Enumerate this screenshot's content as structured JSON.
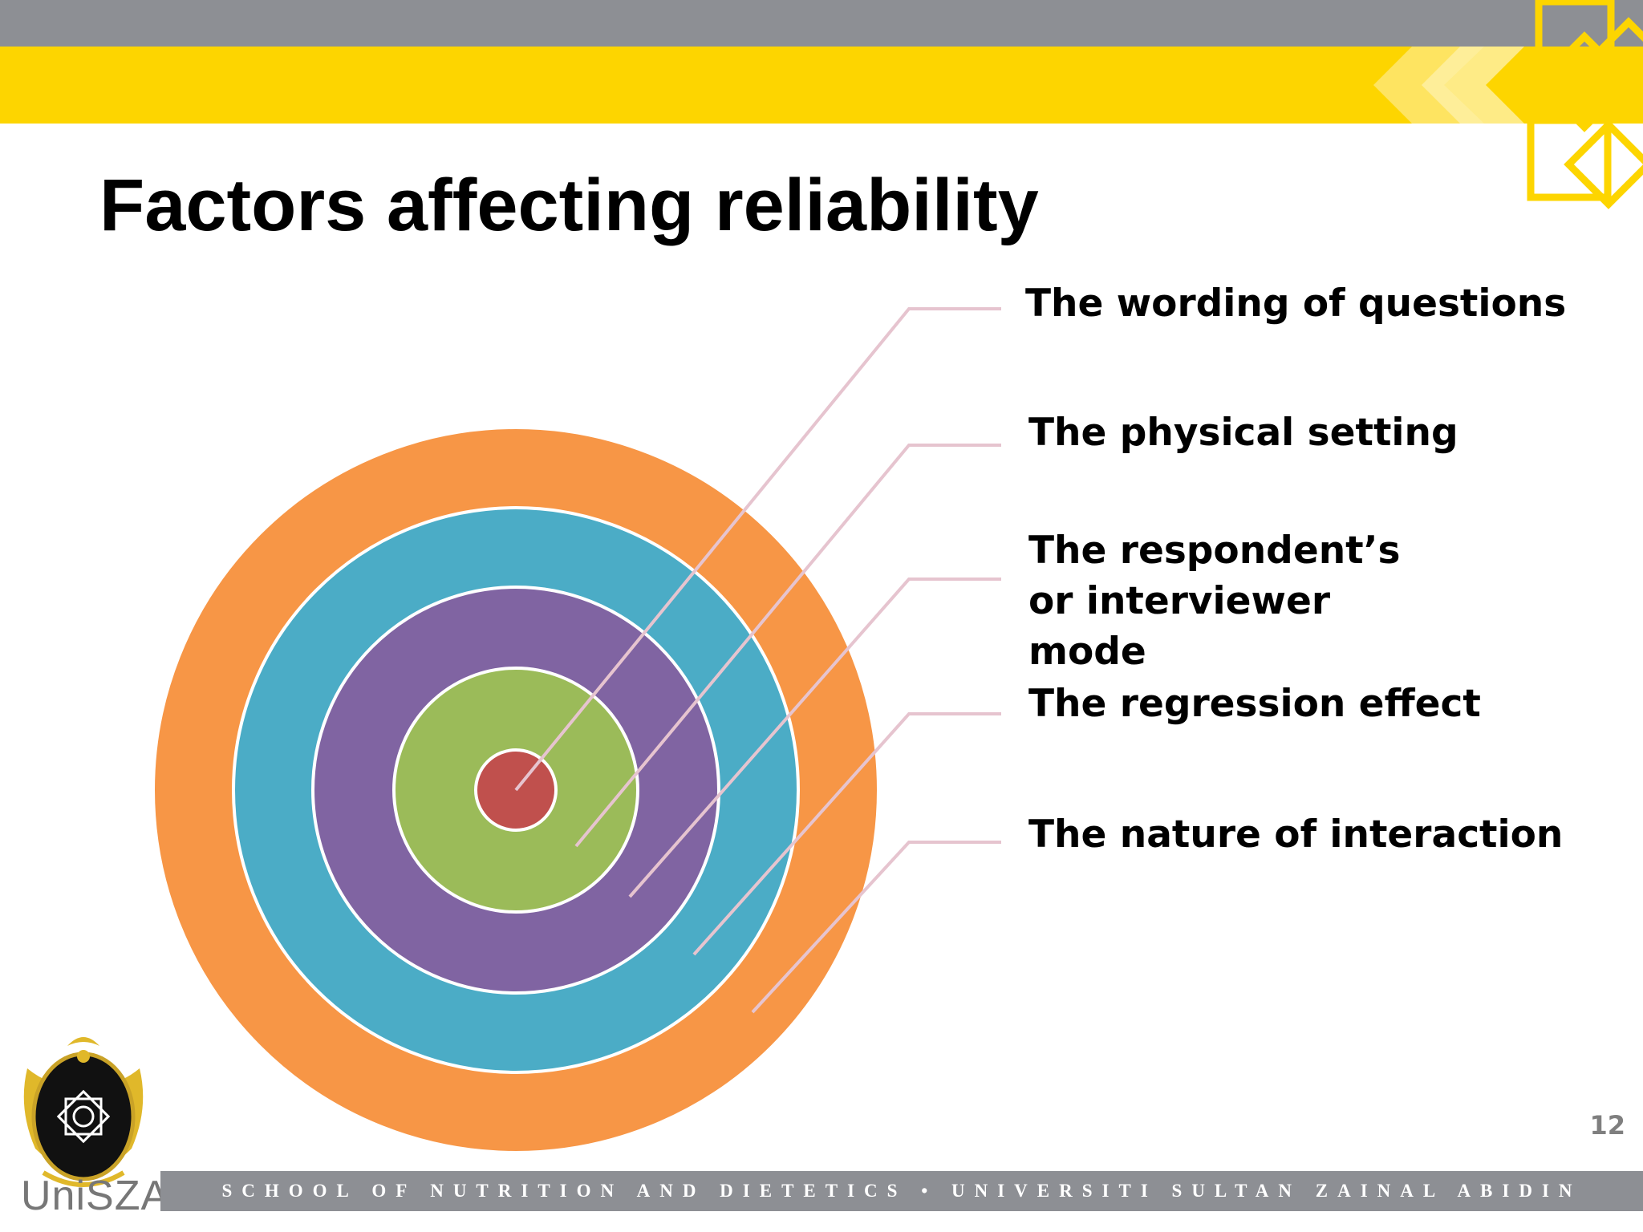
{
  "slide": {
    "title": "Factors affecting reliability",
    "page_number": "12",
    "footer": "SCHOOL OF NUTRITION AND DIETETICS • UNIVERSITI SULTAN ZAINAL ABIDIN"
  },
  "diagram": {
    "type": "concentric-rings",
    "rings": [
      {
        "name": "outer-ring",
        "color": "#f79646"
      },
      {
        "name": "ring-2",
        "color": "#4bacc6"
      },
      {
        "name": "ring-3",
        "color": "#8064a2"
      },
      {
        "name": "ring-4",
        "color": "#9bbb59"
      },
      {
        "name": "center",
        "color": "#c0504d"
      }
    ],
    "connector_color": "#e6c4cf",
    "labels": [
      "The wording of questions",
      "The physical setting",
      "The respondent’s or interviewer mode",
      "The regression effect",
      "The nature of interaction"
    ]
  },
  "logo": {
    "text": "UniSZA",
    "emblem": "crest-emblem"
  },
  "colors": {
    "top_band": "#8d8f94",
    "accent_band": "#fdd500",
    "footer_band": "#8d8f94"
  }
}
